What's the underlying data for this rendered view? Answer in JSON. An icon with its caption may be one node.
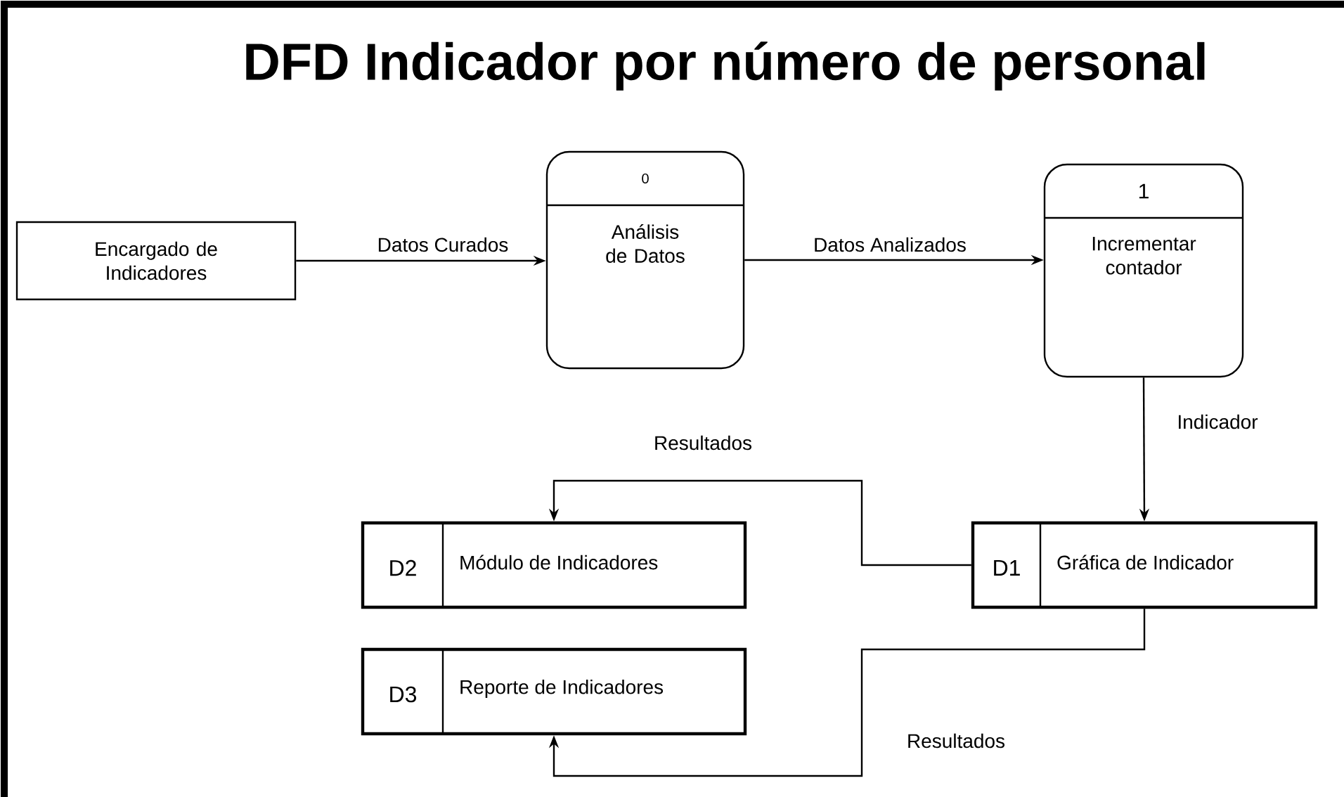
{
  "diagram": {
    "title": "DFD Indicador por número de personal",
    "nodes": [
      {
        "text": [
          "Encargado de Indicadores"
        ]
      },
      {
        "text": [
          "0",
          "Análisis de Datos"
        ]
      },
      {
        "text": [
          "1",
          "Incrementar contador"
        ]
      },
      {
        "text": [
          "D1",
          "Gráfica de Indicador"
        ]
      },
      {
        "text": [
          "D2",
          "Módulo de Indicadores"
        ]
      },
      {
        "text": [
          "D3",
          "Reporte de Indicadores"
        ]
      }
    ],
    "edges": [
      {
        "from": 0,
        "to": 1,
        "arrow": "to",
        "label": "Datos Curados"
      },
      {
        "from": 1,
        "to": 2,
        "arrow": "to",
        "label": "Datos Analizados"
      },
      {
        "from": 2,
        "to": 3,
        "arrow": "to",
        "label": "Indicador"
      },
      {
        "from": 3,
        "to": 4,
        "arrow": "to",
        "label": "Resultados"
      },
      {
        "from": 3,
        "to": 5,
        "arrow": "to",
        "label": "Resultados"
      }
    ]
  }
}
